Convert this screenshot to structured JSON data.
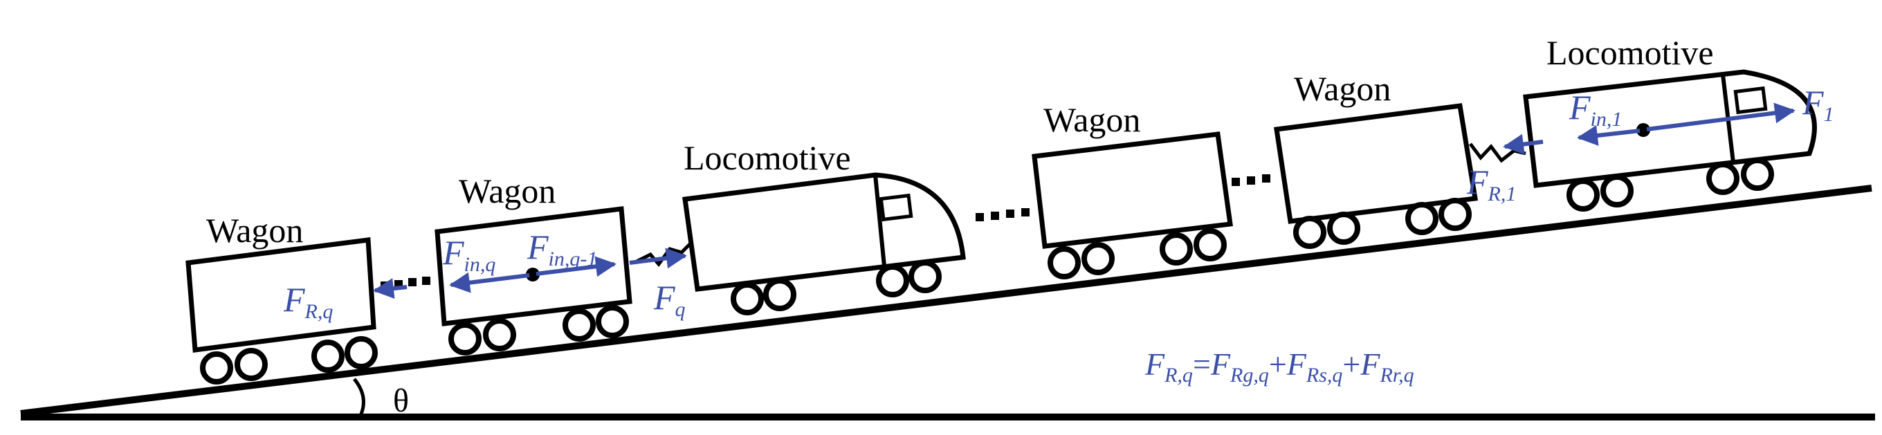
{
  "vehicles": {
    "wagon_1": "Wagon",
    "wagon_2": "Wagon",
    "locomotive_mid": "Locomotive",
    "wagon_3": "Wagon",
    "wagon_4": "Wagon",
    "locomotive_lead": "Locomotive"
  },
  "angle_symbol": "θ",
  "forces": {
    "F_Rq": {
      "base": "F",
      "sub": "R,q"
    },
    "F_inq": {
      "base": "F",
      "sub": "in,q"
    },
    "F_inq_minus_1": {
      "base": "F",
      "sub": "in,q-1"
    },
    "F_q": {
      "base": "F",
      "sub": "q"
    },
    "F_in1": {
      "base": "F",
      "sub": "in,1"
    },
    "F_R1": {
      "base": "F",
      "sub": "R,1"
    },
    "F_1": {
      "base": "F",
      "sub": "1"
    }
  },
  "equation": {
    "lhs": {
      "base": "F",
      "sub": "R,q"
    },
    "eq": "=",
    "t1": {
      "base": "F",
      "sub": "Rg,q"
    },
    "plus1": "+",
    "t2": {
      "base": "F",
      "sub": "Rs,q"
    },
    "plus2": "+",
    "t3": {
      "base": "F",
      "sub": "Rr,q"
    }
  },
  "colors": {
    "force": "#3b4fa8",
    "line": "#000000"
  }
}
